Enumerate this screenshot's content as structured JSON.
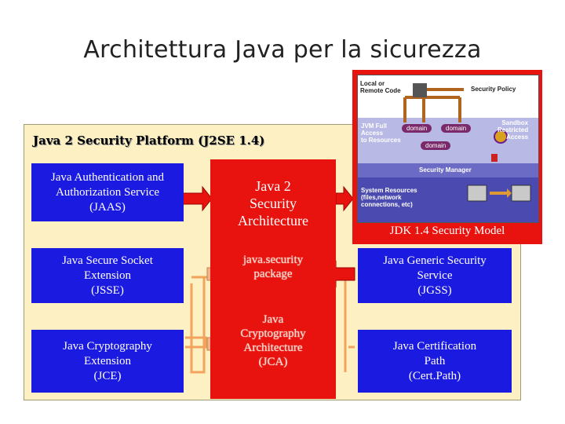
{
  "slide": {
    "title": "Architettura Java per la sicurezza"
  },
  "platform": {
    "title": "Java 2 Security Platform (J2SE 1.4)"
  },
  "left_boxes": [
    {
      "label": "Java Authentication and\nAuthorization Service\n(JAAS)"
    },
    {
      "label": "Java Secure Socket\nExtension\n(JSSE)"
    },
    {
      "label": "Java Cryptography\nExtension\n(JCE)"
    }
  ],
  "center_column": {
    "architecture": "Java 2\nSecurity\nArchitecture",
    "package": "java.security\npackage",
    "jca": "Java\nCryptography\nArchitecture\n(JCA)"
  },
  "right_boxes": [
    {
      "label": "Java Generic      Security\nService\n(JGSS)"
    },
    {
      "label": "Java           Certification\nPath\n(Cert.Path)"
    }
  ],
  "jdk_model": {
    "caption": "JDK 1.4 Security Model",
    "code_source": "Local or\nRemote Code",
    "security_policy": "Security Policy",
    "jvm_access": "JVM Full\nAccess\nto Resources",
    "domain_labels": [
      "domain",
      "domain",
      "domain"
    ],
    "sandbox": "Sandbox\nRestricted\nAccess",
    "security_manager": "Security Manager",
    "system_resources": "System Resources\n(files,network\nconnections, etc)"
  },
  "colors": {
    "blue_box": "#1a1ae0",
    "red": "#e8130f",
    "platform_bg": "#fdf1c3",
    "connector_orange": "#f2a35c"
  }
}
